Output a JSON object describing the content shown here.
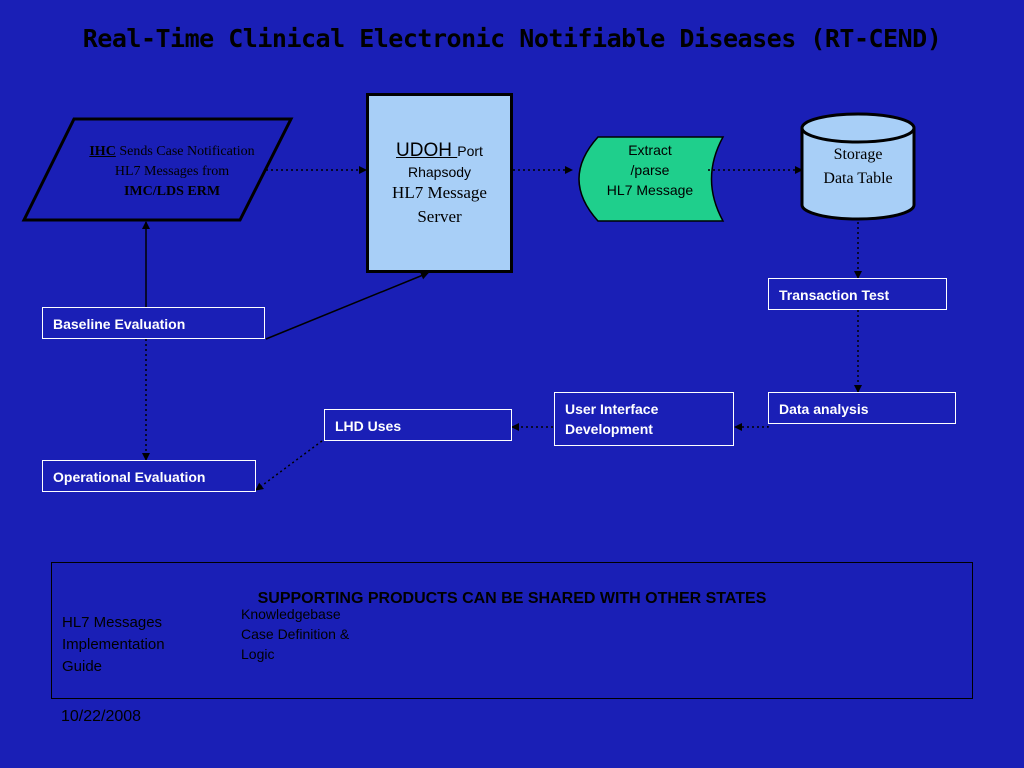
{
  "title": "Real-Time Clinical Electronic Notifiable Diseases (RT-CEND)",
  "ihc": {
    "underlined": "IHC",
    "line1_rest": " Sends Case Notification",
    "line2": "HL7 Messages from",
    "line3": "IMC/LDS ERM"
  },
  "udoh": {
    "underlined": "UDOH ",
    "small1": "Port",
    "small2": "Rhapsody",
    "line3": "HL7 Message",
    "line4": "Server"
  },
  "extract": {
    "line1": "Extract",
    "line2": "/parse",
    "line3": "HL7 Message"
  },
  "storage": {
    "line1": "Storage",
    "line2": "Data Table"
  },
  "boxes": {
    "transaction_test": "Transaction Test",
    "baseline_evaluation": "Baseline Evaluation",
    "data_analysis": "Data analysis",
    "user_interface_1": "User Interface",
    "user_interface_2": "Development",
    "lhd_uses": "LHD Uses",
    "operational_evaluation": "Operational Evaluation"
  },
  "support": {
    "title": "SUPPORTING PRODUCTS CAN BE SHARED WITH OTHER STATES",
    "guide": [
      "HL7 Messages",
      "Implementation",
      "Guide"
    ],
    "kb": [
      "Knowledgebase",
      "Case Definition &",
      "Logic"
    ]
  },
  "date": "10/22/2008",
  "colors": {
    "background": "#1a1fb6",
    "server_fill": "#a8cff7",
    "extract_fill": "#1fcf8c",
    "storage_fill": "#a8cff7"
  }
}
